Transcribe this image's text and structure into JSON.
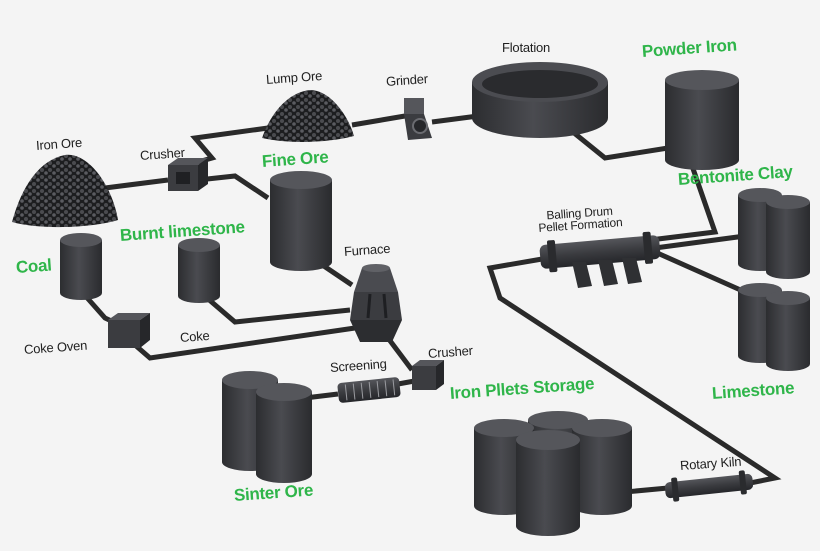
{
  "labels": {
    "iron_ore": "Iron Ore",
    "crusher_1": "Crusher",
    "lump_ore": "Lump Ore",
    "grinder": "Grinder",
    "flotation": "Flotation",
    "powder_iron": "Powder Iron",
    "fine_ore": "Fine Ore",
    "bentonite_clay": "Bentonite Clay",
    "burnt_limestone": "Burnt limestone",
    "balling_drum": "Balling Drum",
    "pellet_formation": "Pellet Formation",
    "coal": "Coal",
    "furnace": "Furnace",
    "coke_oven": "Coke Oven",
    "coke": "Coke",
    "crusher_2": "Crusher",
    "screening": "Screening",
    "iron_pellets_storage": "Iron Pllets Storage",
    "limestone": "Limestone",
    "rotary_kiln": "Rotary Kiln",
    "sinter_ore": "Sinter Ore"
  },
  "colors": {
    "process_label": "#2fb54a",
    "equipment_label": "#1f1f1f",
    "equipment_fill": "#3d3e42",
    "pipe": "#2a2a2a",
    "background": "#f4f4f4"
  }
}
